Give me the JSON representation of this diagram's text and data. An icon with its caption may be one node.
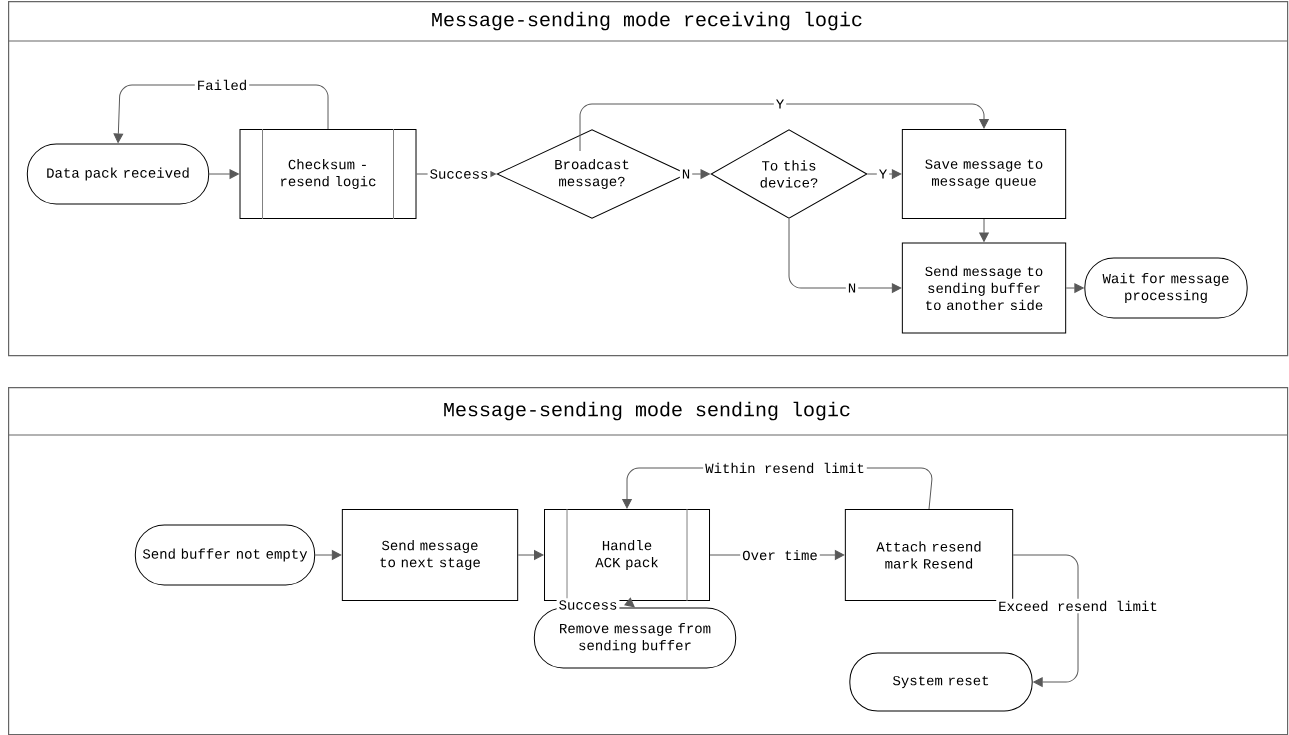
{
  "diagram": {
    "nodes": [
      {
        "text": [
          "Message-sending mode receiving logic"
        ]
      },
      {
        "text": [
          "Data pack received"
        ],
        "in": 0
      },
      {
        "text": [
          "Checksum - resend logic"
        ],
        "in": 0
      },
      {
        "text": [
          "Broadcast message?"
        ],
        "in": 0
      },
      {
        "text": [
          "To this device?"
        ],
        "in": 0
      },
      {
        "text": [
          "Save message to message queue"
        ],
        "in": 0
      },
      {
        "text": [
          "Send message to sending buffer to another side"
        ],
        "in": 0
      },
      {
        "text": [
          "Wait for message processing"
        ],
        "in": 0
      },
      {
        "text": [
          "Message-sending mode sending logic"
        ]
      },
      {
        "text": [
          "Send buffer not empty"
        ],
        "in": 8
      },
      {
        "text": [
          "Send message to next stage"
        ],
        "in": 8
      },
      {
        "text": [
          "Handle ACK pack"
        ],
        "in": 8
      },
      {
        "text": [
          "Remove message from sending buffer"
        ],
        "in": 8
      },
      {
        "text": [
          "Attach resend mark Resend"
        ],
        "in": 8
      },
      {
        "text": [
          "System reset"
        ],
        "in": 8
      }
    ],
    "edges": [
      {
        "from": 1,
        "to": 2,
        "arrow": "to"
      },
      {
        "from": 2,
        "to": 1,
        "arrow": "to",
        "label": "Failed"
      },
      {
        "from": 2,
        "to": 3,
        "arrow": "to",
        "label": "Success"
      },
      {
        "from": 3,
        "to": 4,
        "arrow": "to",
        "label": "N"
      },
      {
        "from": 3,
        "to": 5,
        "arrow": "to",
        "label": "Y"
      },
      {
        "from": 4,
        "to": 5,
        "arrow": "to",
        "label": "Y"
      },
      {
        "from": 4,
        "to": 6,
        "arrow": "to",
        "label": "N"
      },
      {
        "from": 5,
        "to": 6,
        "arrow": "to"
      },
      {
        "from": 6,
        "to": 7,
        "arrow": "to"
      },
      {
        "from": 9,
        "to": 10,
        "arrow": "to"
      },
      {
        "from": 10,
        "to": 11,
        "arrow": "to"
      },
      {
        "from": 11,
        "to": 13,
        "arrow": "to",
        "label": "Over time"
      },
      {
        "from": 11,
        "to": 12,
        "arrow": "to",
        "label": "Success"
      },
      {
        "from": 13,
        "to": 11,
        "arrow": "to",
        "label": "Within resend limit"
      },
      {
        "from": 13,
        "to": 14,
        "arrow": "to",
        "label": "Exceed resend limit"
      }
    ]
  }
}
